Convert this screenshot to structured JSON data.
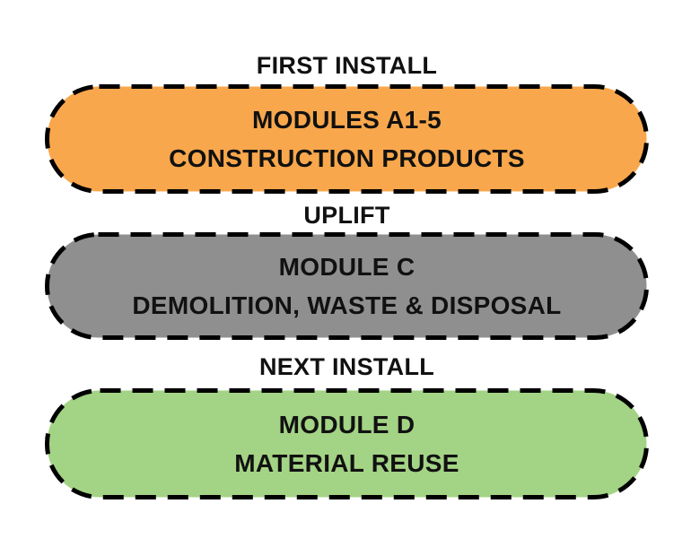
{
  "theme": {
    "background_color": "#FFFFFF",
    "text_color": "#111111",
    "border_color": "#000000",
    "border_style": "dashed"
  },
  "blocks": [
    {
      "stage_label": "FIRST INSTALL",
      "title": "MODULES A1-5",
      "subtitle": "CONSTRUCTION PRODUCTS",
      "fill_color": "#F9A74C"
    },
    {
      "stage_label": "UPLIFT",
      "title": "MODULE C",
      "subtitle": "DEMOLITION, WASTE & DISPOSAL",
      "fill_color": "#8F8F8F"
    },
    {
      "stage_label": "NEXT INSTALL",
      "title": "MODULE D",
      "subtitle": "MATERIAL REUSE",
      "fill_color": "#A3D384"
    }
  ]
}
